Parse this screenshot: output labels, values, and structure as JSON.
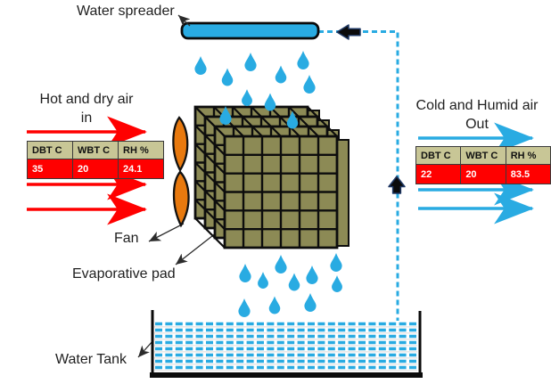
{
  "labels": {
    "water_spreader": "Water spreader",
    "fan": "Fan",
    "evaporative_pad": "Evaporative pad",
    "water_tank": "Water Tank"
  },
  "airflow": {
    "in_line1": "Hot and dry air",
    "in_line2": "in",
    "out_line1": "Cold and Humid air",
    "out_line2": "Out"
  },
  "tables": {
    "inlet": {
      "headers": [
        "DBT C",
        "WBT C",
        "RH %"
      ],
      "values": [
        "35",
        "20",
        "24.1"
      ]
    },
    "outlet": {
      "headers": [
        "DBT C",
        "WBT C",
        "RH %"
      ],
      "values": [
        "22",
        "20",
        "83.5"
      ]
    }
  },
  "colors": {
    "water_blue": "#29ABE2",
    "hot_red": "#FF0000",
    "pad_olive": "#8C8A55",
    "fan_orange": "#E8790E",
    "arrow_outline_navy": "#1F3864",
    "table_header_olive": "#C8C696"
  }
}
